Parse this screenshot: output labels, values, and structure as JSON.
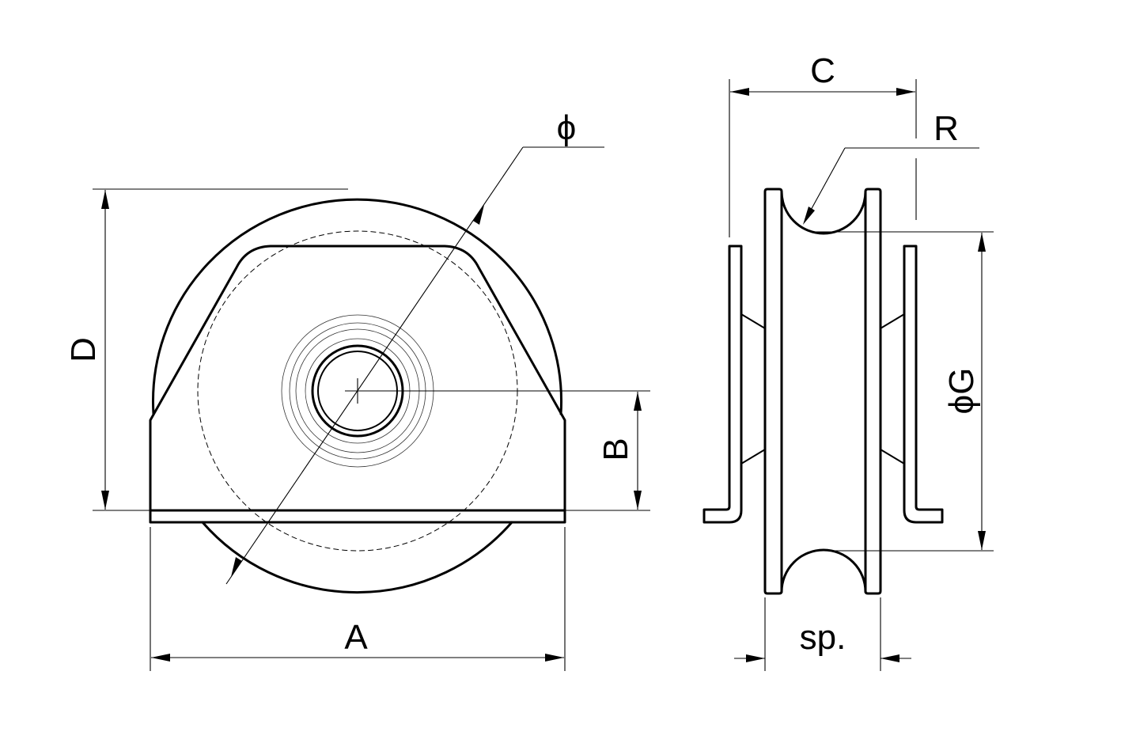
{
  "labels": {
    "A": "A",
    "B": "B",
    "C": "C",
    "D": "D",
    "R": "R",
    "phi": "ϕ",
    "phiG": "ϕG",
    "sp": "sp."
  }
}
